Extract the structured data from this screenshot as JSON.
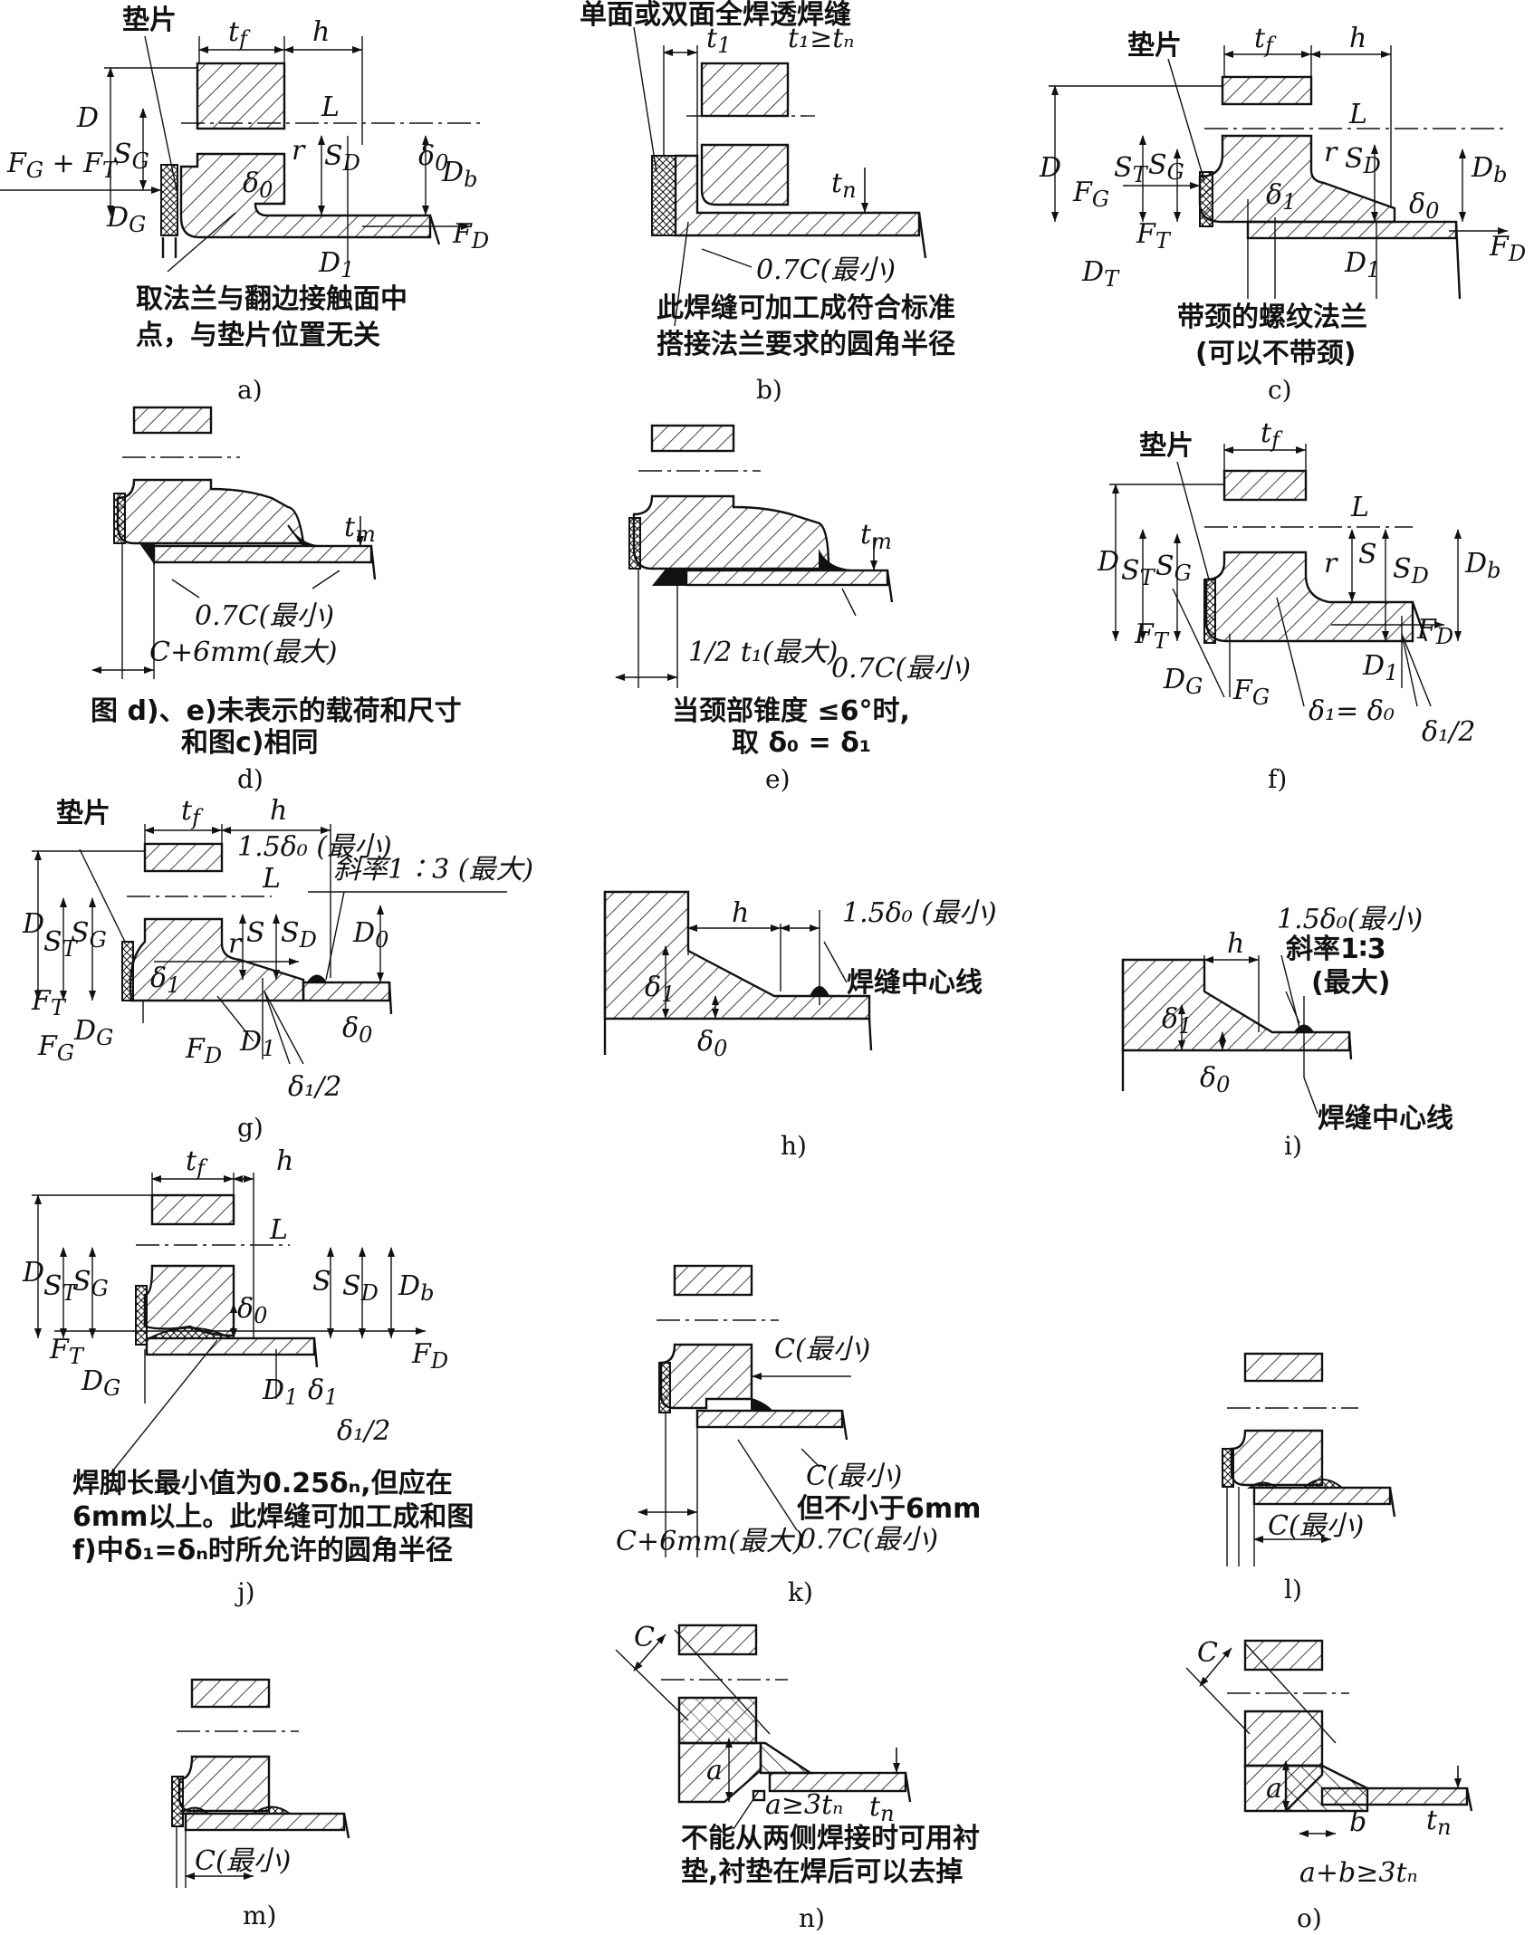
{
  "panels": {
    "a": {
      "label": "a)",
      "gasket": "垫片",
      "tf": "t",
      "tf_sub": "f",
      "h": "h",
      "L": "L",
      "D": "D",
      "SG": "S",
      "SG_sub": "G",
      "SD": "S",
      "SD_sub": "D",
      "r": "r",
      "d0": "δ",
      "d0_sub": "0",
      "Db": "D",
      "Db_sub": "b",
      "DG": "D",
      "DG_sub": "G",
      "D1": "D",
      "D1_sub": "1",
      "FGFT": "F",
      "FGFT_sub1": "G",
      "FGFT_mid": " + F",
      "FGFT_sub2": "T",
      "FD": "F",
      "FD_sub": "D",
      "note1": "取法兰与翻边接触面中",
      "note2": "点，与垫片位置无关"
    },
    "b": {
      "label": "b)",
      "title": "单面或双面全焊透焊缝",
      "t1": "t",
      "t1_sub": "1",
      "cond": "t₁≥tₙ",
      "tn": "t",
      "tn_sub": "n",
      "weld": "0.7C(最小)",
      "note1": "此焊缝可加工成符合标准",
      "note2": "搭接法兰要求的圆角半径"
    },
    "c": {
      "label": "c)",
      "gasket": "垫片",
      "tf": "t",
      "tf_sub": "f",
      "h": "h",
      "L": "L",
      "D": "D",
      "ST": "S",
      "ST_sub": "T",
      "SG": "S",
      "SG_sub": "G",
      "r": "r",
      "SD": "S",
      "SD_sub": "D",
      "Db": "D",
      "Db_sub": "b",
      "d1": "δ",
      "d1_sub": "1",
      "d0": "δ",
      "d0_sub": "0",
      "FG": "F",
      "FG_sub": "G",
      "FT": "F",
      "FT_sub": "T",
      "DT": "D",
      "DT_sub": "T",
      "D1": "D",
      "D1_sub": "1",
      "FD": "F",
      "FD_sub": "D",
      "note1": "带颈的螺纹法兰",
      "note2": "(可以不带颈)"
    },
    "d": {
      "label": "d)",
      "tm": "t",
      "tm_sub": "m",
      "weld": "0.7C(最小)",
      "gap": "C+6mm(最大)",
      "note1": "图 d)、e)未表示的载荷和尺寸",
      "note2": "和图c)相同"
    },
    "e": {
      "label": "e)",
      "tm": "t",
      "tm_sub": "m",
      "half": "1/2 t₁(最大)",
      "weld": "0.7C(最小)",
      "note1": "当颈部锥度 ≤6°时,",
      "note2": "取 δ₀ = δ₁"
    },
    "f": {
      "label": "f)",
      "gasket": "垫片",
      "tf": "t",
      "tf_sub": "f",
      "L": "L",
      "D": "D",
      "ST": "S",
      "ST_sub": "T",
      "SG": "S",
      "SG_sub": "G",
      "r": "r",
      "S": "S",
      "SD": "S",
      "SD_sub": "D",
      "Db": "D",
      "Db_sub": "b",
      "FT": "F",
      "FT_sub": "T",
      "DG": "D",
      "DG_sub": "G",
      "FG": "F",
      "FG_sub": "G",
      "D1": "D",
      "D1_sub": "1",
      "FD": "F",
      "FD_sub": "D",
      "eq": "δ₁= δ₀",
      "half": "δ₁/2"
    },
    "g": {
      "label": "g)",
      "gasket": "垫片",
      "tf": "t",
      "tf_sub": "f",
      "h": "h",
      "min15": "1.5δ₀ (最小)",
      "L": "L",
      "slope": "斜率1∶3 (最大)",
      "D": "D",
      "ST": "S",
      "ST_sub": "T",
      "SG": "S",
      "SG_sub": "G",
      "r": "r",
      "S": "S",
      "SD": "S",
      "SD_sub": "D",
      "D0": "D",
      "D0_sub": "0",
      "d1": "δ",
      "d1_sub": "1",
      "FT": "F",
      "FT_sub": "T",
      "DG": "D",
      "DG_sub": "G",
      "FG": "F",
      "FG_sub": "G",
      "FD": "F",
      "FD_sub": "D",
      "D1": "D",
      "D1_sub": "1",
      "d0": "δ",
      "d0_sub": "0",
      "half": "δ₁/2"
    },
    "h": {
      "label": "h)",
      "h": "h",
      "min15": "1.5δ₀ (最小)",
      "weldcl": "焊缝中心线",
      "d1": "δ",
      "d1_sub": "1",
      "d0": "δ",
      "d0_sub": "0"
    },
    "i": {
      "label": "i)",
      "h": "h",
      "min15": "1.5δ₀(最小)",
      "slope1": "斜率1∶3",
      "slope2": "(最大)",
      "weldcl": "焊缝中心线",
      "d1": "δ",
      "d1_sub": "1",
      "d0": "δ",
      "d0_sub": "0"
    },
    "j": {
      "label": "j)",
      "tf": "t",
      "tf_sub": "f",
      "h": "h",
      "L": "L",
      "D": "D",
      "ST": "S",
      "ST_sub": "T",
      "SG": "S",
      "SG_sub": "G",
      "d0": "δ",
      "d0_sub": "0",
      "S": "S",
      "SD": "S",
      "SD_sub": "D",
      "Db": "D",
      "Db_sub": "b",
      "FT": "F",
      "FT_sub": "T",
      "DG": "D",
      "DG_sub": "G",
      "FD": "F",
      "FD_sub": "D",
      "D1": "D",
      "D1_sub": "1",
      "d1": "δ",
      "d1_sub": "1",
      "half": "δ₁/2",
      "note1": "焊脚长最小值为0.25δₙ,但应在",
      "note2": "6mm以上。此焊缝可加工成和图",
      "note3": "f)中δ₁=δₙ时所允许的圆角半径"
    },
    "k": {
      "label": "k)",
      "cmin": "C(最小)",
      "cmin2": "C(最小)",
      "not6": "但不小于6mm",
      "gap": "C+6mm(最大)",
      "weld": "0.7C(最小)"
    },
    "l": {
      "label": "l)",
      "cmin": "C(最小)"
    },
    "m": {
      "label": "m)",
      "cmin": "C(最小)"
    },
    "n": {
      "label": "n)",
      "C": "C",
      "a": "a",
      "cond": "a≥3tₙ",
      "tn": "t",
      "tn_sub": "n",
      "note1": "不能从两侧焊接时可用衬",
      "note2": "垫,衬垫在焊后可以去掉"
    },
    "o": {
      "label": "o)",
      "C": "C",
      "a": "a",
      "b": "b",
      "tn": "t",
      "tn_sub": "n",
      "cond": "a+b≥3tₙ"
    }
  }
}
